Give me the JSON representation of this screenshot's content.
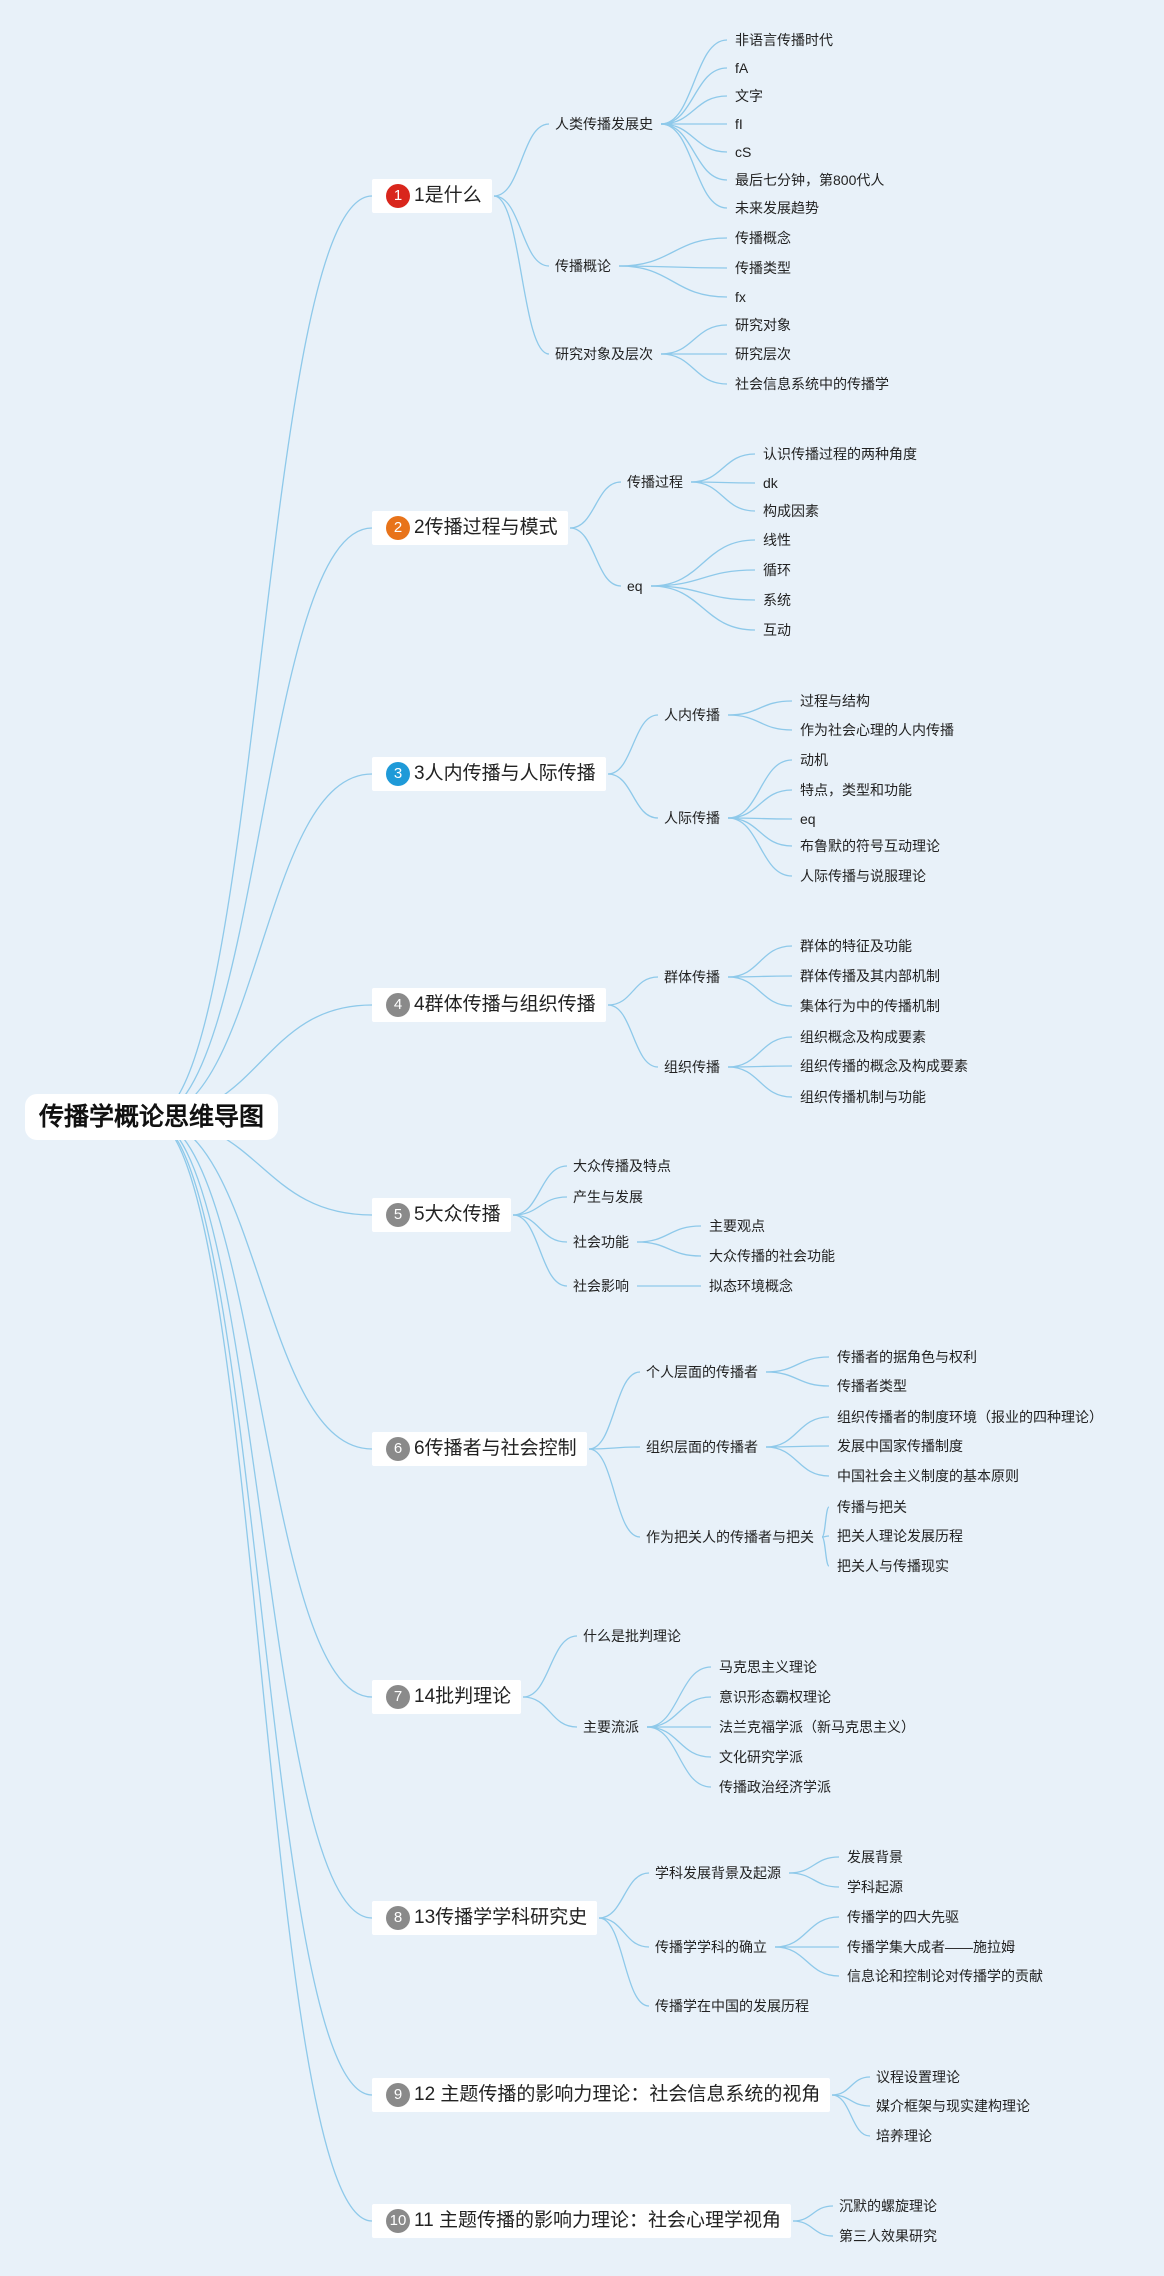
{
  "root": {
    "label": "传播学概论思维导图"
  },
  "colors": {
    "background": "#e8f1f9",
    "link": "#8ec9ea",
    "badge_red": "#d9261c",
    "badge_orange": "#e8731a",
    "badge_blue": "#1f9ad8",
    "badge_gray": "#8a8a8a"
  },
  "topics": [
    {
      "num": "1",
      "label": "1是什么",
      "badge": "badge_red",
      "children": [
        {
          "label": "人类传播发展史",
          "children": [
            "非语言传播时代",
            "fA",
            "文字",
            "fI",
            "cS",
            "最后七分钟，第800代人",
            "未来发展趋势"
          ]
        },
        {
          "label": "传播概论",
          "children": [
            "传播概念",
            "传播类型",
            "fx"
          ]
        },
        {
          "label": "研究对象及层次",
          "children": [
            "研究对象",
            "研究层次",
            "社会信息系统中的传播学"
          ]
        }
      ]
    },
    {
      "num": "2",
      "label": "2传播过程与模式",
      "badge": "badge_orange",
      "children": [
        {
          "label": "传播过程",
          "children": [
            "认识传播过程的两种角度",
            "dk",
            "构成因素"
          ]
        },
        {
          "label": "eq",
          "children": [
            "线性",
            "循环",
            "系统",
            "互动"
          ]
        }
      ]
    },
    {
      "num": "3",
      "label": "3人内传播与人际传播",
      "badge": "badge_blue",
      "children": [
        {
          "label": "人内传播",
          "children": [
            "过程与结构",
            "作为社会心理的人内传播"
          ]
        },
        {
          "label": "人际传播",
          "children": [
            "动机",
            "特点，类型和功能",
            "eq",
            "布鲁默的符号互动理论",
            "人际传播与说服理论"
          ]
        }
      ]
    },
    {
      "num": "4",
      "label": "4群体传播与组织传播",
      "badge": "badge_gray",
      "children": [
        {
          "label": "群体传播",
          "children": [
            "群体的特征及功能",
            "群体传播及其内部机制",
            "集体行为中的传播机制"
          ]
        },
        {
          "label": "组织传播",
          "children": [
            "组织概念及构成要素",
            "组织传播的概念及构成要素",
            "组织传播机制与功能"
          ]
        }
      ]
    },
    {
      "num": "5",
      "label": "5大众传播",
      "badge": "badge_gray",
      "children": [
        {
          "label": "大众传播及特点",
          "children": []
        },
        {
          "label": "产生与发展",
          "children": []
        },
        {
          "label": "社会功能",
          "children": [
            "主要观点",
            "大众传播的社会功能"
          ]
        },
        {
          "label": "社会影响",
          "children": [
            "拟态环境概念"
          ]
        }
      ]
    },
    {
      "num": "6",
      "label": "6传播者与社会控制",
      "badge": "badge_gray",
      "children": [
        {
          "label": "个人层面的传播者",
          "children": [
            "传播者的据角色与权利",
            "传播者类型"
          ]
        },
        {
          "label": "组织层面的传播者",
          "children": [
            "组织传播者的制度环境（报业的四种理论）",
            "发展中国家传播制度",
            "中国社会主义制度的基本原则"
          ]
        },
        {
          "label": "作为把关人的传播者与把关",
          "children": [
            "传播与把关",
            "把关人理论发展历程",
            "把关人与传播现实"
          ]
        }
      ]
    },
    {
      "num": "7",
      "label": "14批判理论",
      "badge": "badge_gray",
      "children": [
        {
          "label": "什么是批判理论",
          "children": []
        },
        {
          "label": "主要流派",
          "children": [
            "马克思主义理论",
            "意识形态霸权理论",
            "法兰克福学派（新马克思主义）",
            "文化研究学派",
            "传播政治经济学派"
          ]
        }
      ]
    },
    {
      "num": "8",
      "label": "13传播学学科研究史",
      "badge": "badge_gray",
      "children": [
        {
          "label": "学科发展背景及起源",
          "children": [
            "发展背景",
            "学科起源"
          ]
        },
        {
          "label": "传播学学科的确立",
          "children": [
            "传播学的四大先驱",
            "传播学集大成者——施拉姆",
            "信息论和控制论对传播学的贡献"
          ]
        },
        {
          "label": "传播学在中国的发展历程",
          "children": []
        }
      ]
    },
    {
      "num": "9",
      "label": "12 主题传播的影响力理论：社会信息系统的视角",
      "badge": "badge_gray",
      "children": [
        {
          "label": "议程设置理论",
          "children": []
        },
        {
          "label": "媒介框架与现实建构理论",
          "children": []
        },
        {
          "label": "培养理论",
          "children": []
        }
      ]
    },
    {
      "num": "10",
      "label": "11 主题传播的影响力理论：社会心理学视角",
      "badge": "badge_gray",
      "children": [
        {
          "label": "沉默的螺旋理论",
          "children": []
        },
        {
          "label": "第三人效果研究",
          "children": []
        }
      ]
    }
  ]
}
